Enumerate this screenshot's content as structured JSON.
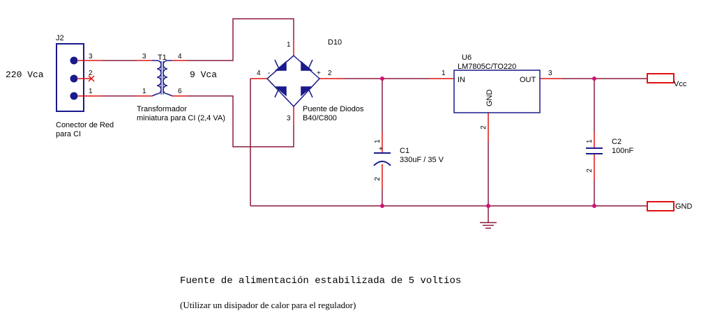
{
  "supply": {
    "label": "220 Vca"
  },
  "connector": {
    "ref": "J2",
    "pins": [
      "3",
      "2",
      "1"
    ],
    "desc_line1": "Conector de Red",
    "desc_line2": "para CI"
  },
  "transformer": {
    "ref": "T1",
    "pins": {
      "p3": "3",
      "p1": "1",
      "p4": "4",
      "p6": "6"
    },
    "secondary_voltage": "9 Vca",
    "desc_line1": "Transformador",
    "desc_line2": "miniatura para CI (2,4 VA)"
  },
  "bridge": {
    "ref": "D10",
    "pins": {
      "p1": "1",
      "p2": "2",
      "p3": "3",
      "p4": "4"
    },
    "minus": "-",
    "plus": "+",
    "desc_line1": "Puente de Diodos",
    "desc_line2": "B40/C800"
  },
  "regulator": {
    "ref": "U6",
    "part": "LM7805C/TO220",
    "in_label": "IN",
    "out_label": "OUT",
    "gnd_label": "GND",
    "pin_in": "1",
    "pin_out": "3",
    "pin_gnd": "2"
  },
  "c1": {
    "ref": "C1",
    "value": "330uF / 35 V",
    "pin1": "1",
    "pin2": "2",
    "plus": "+"
  },
  "c2": {
    "ref": "C2",
    "value": "100nF",
    "pin1": "1",
    "pin2": "2"
  },
  "outputs": {
    "vcc": "Vcc",
    "gnd": "GND"
  },
  "caption": {
    "title": "Fuente de alimentación estabilizada de 5 voltios",
    "note": "(Utilizar un disipador de calor para el regulador)"
  },
  "colors": {
    "wire": "#8b1a3a",
    "pin": "#e01010",
    "component": "#1a1a8c",
    "junction": "#d0107a"
  }
}
